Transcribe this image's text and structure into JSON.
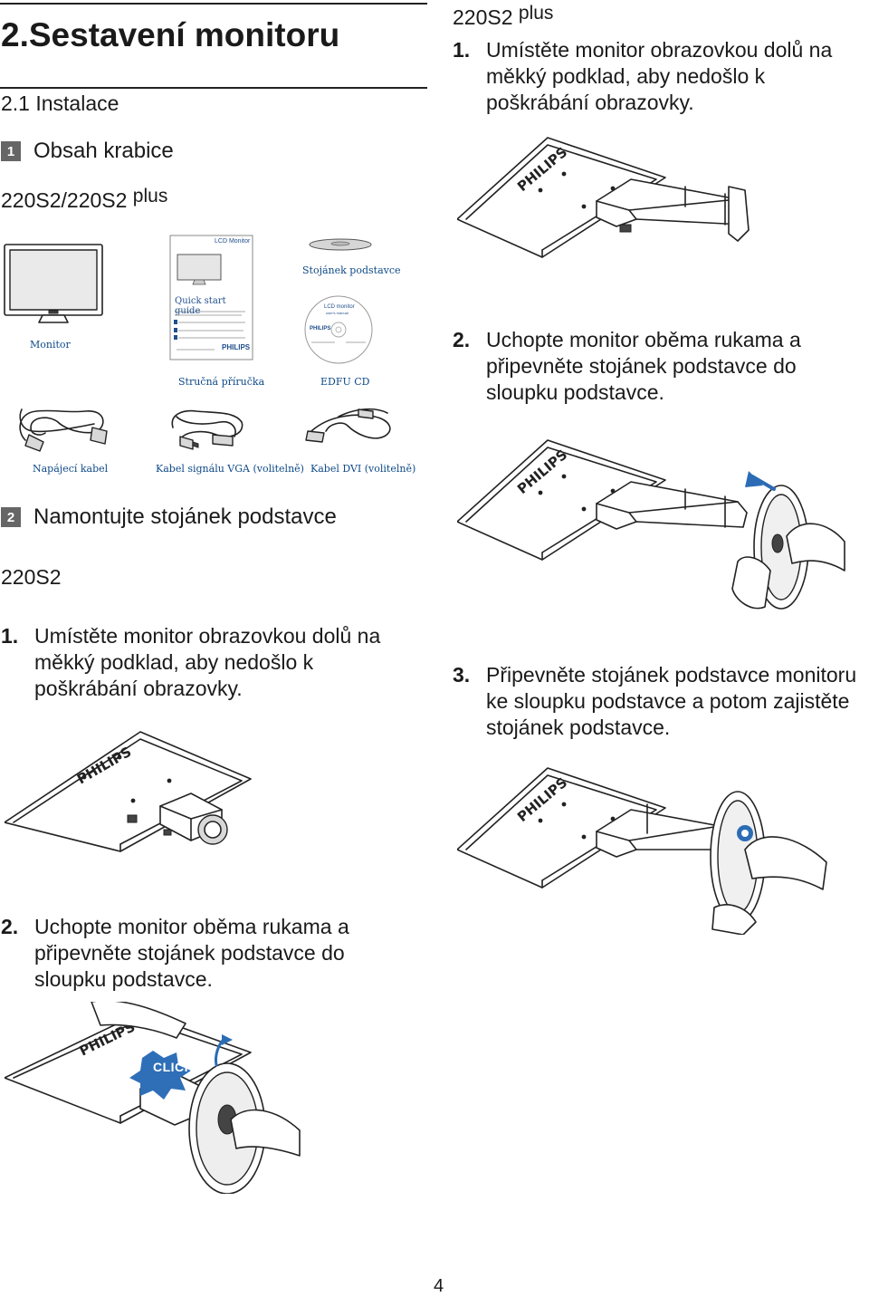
{
  "header": {
    "chapter_title": "2.Sestavení monitoru",
    "section_title": "2.1 Instalace"
  },
  "box_contents": {
    "badge": "1",
    "title": "Obsah krabice",
    "model_main": "220S2/220S2",
    "model_sup": "plus",
    "captions": {
      "monitor": "Monitor",
      "guide": "Stručná příručka",
      "stand_base": "Stojánek podstavce",
      "cd": "EDFU CD",
      "power_cable": "Napájecí kabel",
      "vga_cable": "Kabel signálu VGA (volitelně)",
      "dvi_cable": "Kabel DVI (volitelně)"
    },
    "guide_cover": {
      "heading": "LCD Monitor",
      "title": "Quick start guide",
      "brand": "PHILIPS"
    },
    "cd_label": {
      "title": "LCD monitor",
      "subtitle": "user's manual",
      "brand": "PHILIPS"
    }
  },
  "mount_section": {
    "badge": "2",
    "title": "Namontujte stojánek podstavce",
    "left": {
      "model": "220S2",
      "steps": [
        {
          "num": "1.",
          "text": "Umístěte monitor obrazovkou dolů na měkký podklad, aby nedošlo k poškrábání obrazovky."
        },
        {
          "num": "2.",
          "text": "Uchopte monitor oběma rukama a připevněte stojánek podstavce do sloupku podstavce."
        }
      ],
      "click_label": "CLICK!"
    },
    "right": {
      "model_main": "220S2",
      "model_sup": "plus",
      "steps": [
        {
          "num": "1.",
          "text": "Umístěte monitor obrazovkou dolů na měkký podklad, aby nedošlo k poškrábání obrazovky."
        },
        {
          "num": "2.",
          "text": "Uchopte monitor oběma rukama a připevněte stojánek podstavce do sloupku podstavce."
        },
        {
          "num": "3.",
          "text": "Připevněte stojánek podstavce monitoru ke sloupku podstavce a potom zajistěte stojánek podstavce."
        }
      ]
    }
  },
  "brand": "PHILIPS",
  "page_number": "4",
  "colors": {
    "caption_blue": "#0e4a87",
    "badge_gray": "#666666",
    "click_blue": "#2e6fb8",
    "arrow_blue": "#2b6cb5"
  }
}
